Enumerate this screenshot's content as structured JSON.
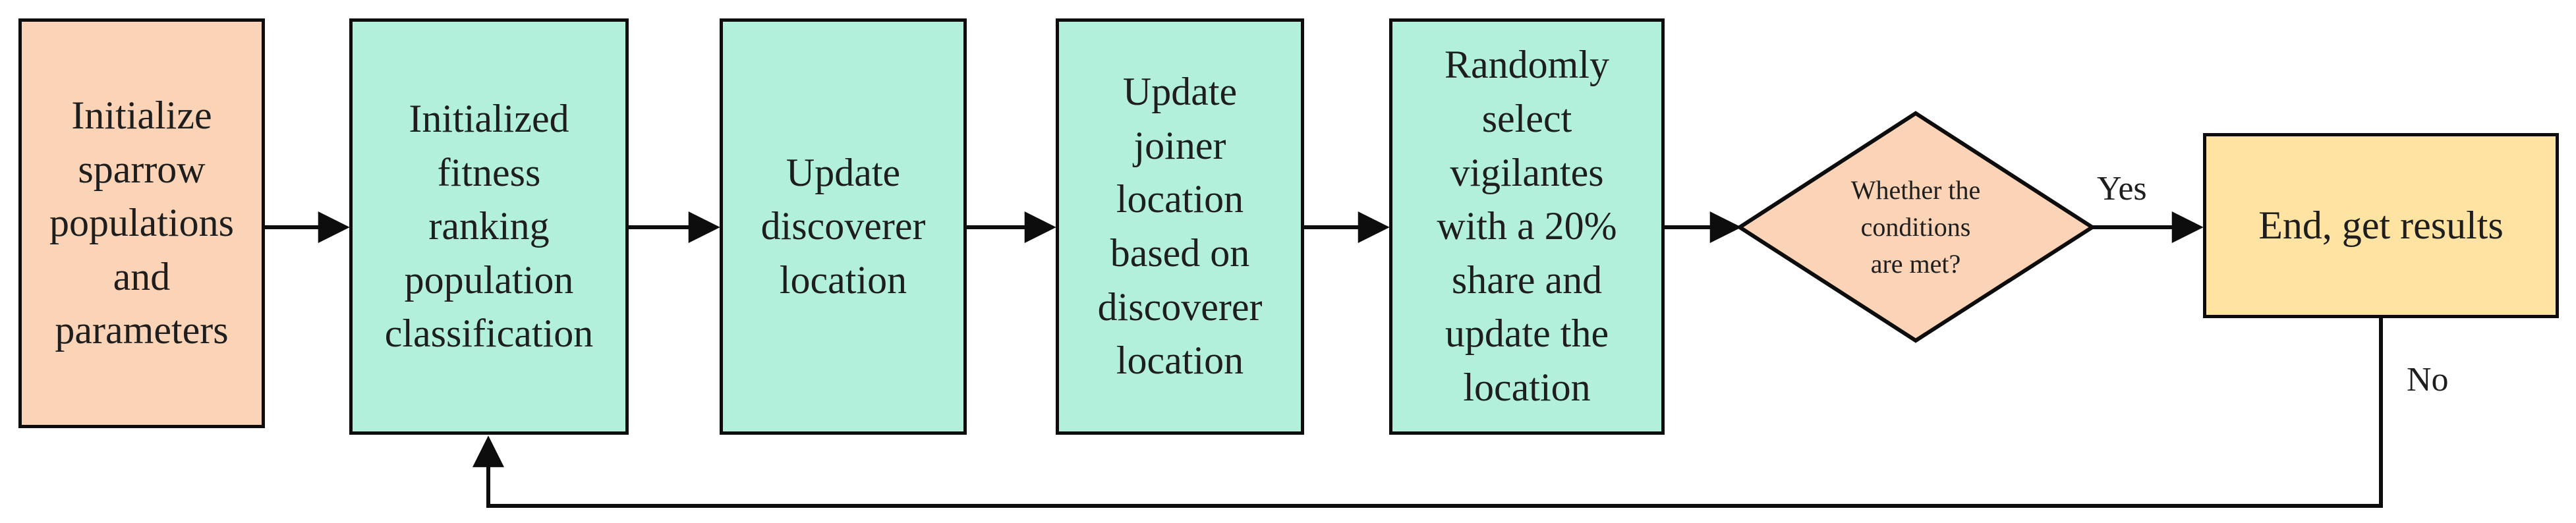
{
  "diagram": {
    "description": "Sparrow search algorithm flowchart",
    "palette": {
      "start_peach": "#fbd3b6",
      "process_mint": "#b3f0dc",
      "end_yellow": "#fee3a3",
      "line_black": "#0d0d0d",
      "text": "#1e1e1e",
      "background": "#ffffff"
    },
    "nodes": [
      {
        "id": "initialize",
        "shape": "rect",
        "fill": "#fbd3b6",
        "label": "Initialize\nsparrow\npopulations\nand\nparameters"
      },
      {
        "id": "fitness-ranking",
        "shape": "rect",
        "fill": "#b3f0dc",
        "label": "Initialized\nfitness\nranking\npopulation\nclassification"
      },
      {
        "id": "update-discoverer",
        "shape": "rect",
        "fill": "#b3f0dc",
        "label": "Update\ndiscoverer\nlocation"
      },
      {
        "id": "update-joiner",
        "shape": "rect",
        "fill": "#b3f0dc",
        "label": "Update\njoiner\nlocation\nbased on\ndiscoverer\nlocation"
      },
      {
        "id": "select-vigilantes",
        "shape": "rect",
        "fill": "#b3f0dc",
        "label": "Randomly\nselect\nvigilantes\nwith a 20%\nshare and\nupdate the\nlocation"
      },
      {
        "id": "condition",
        "shape": "diamond",
        "fill": "#fbd3b6",
        "label": "Whether the\nconditions\nare met?"
      },
      {
        "id": "end",
        "shape": "rect",
        "fill": "#fee3a3",
        "label": "End, get results"
      }
    ],
    "edges": [
      {
        "from": "initialize",
        "to": "fitness-ranking",
        "label": ""
      },
      {
        "from": "fitness-ranking",
        "to": "update-discoverer",
        "label": ""
      },
      {
        "from": "update-discoverer",
        "to": "update-joiner",
        "label": ""
      },
      {
        "from": "update-joiner",
        "to": "select-vigilantes",
        "label": ""
      },
      {
        "from": "select-vigilantes",
        "to": "condition",
        "label": ""
      },
      {
        "from": "condition",
        "to": "end",
        "label": "Yes"
      },
      {
        "from": "end",
        "to": "fitness-ranking",
        "label": "No"
      }
    ]
  }
}
